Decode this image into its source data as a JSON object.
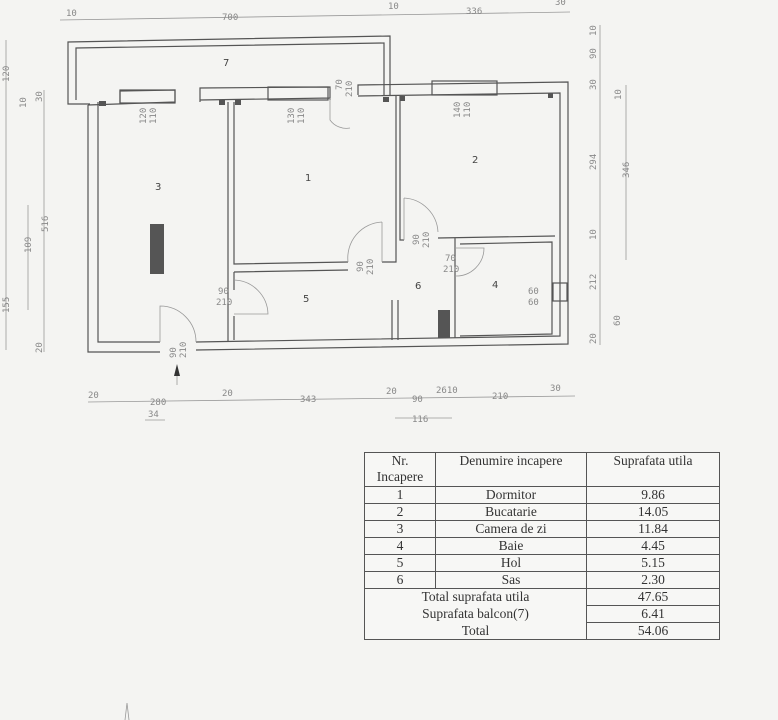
{
  "plan": {
    "rooms": {
      "r1": "1",
      "r2": "2",
      "r3": "3",
      "r4": "4",
      "r5": "5",
      "r6": "6",
      "r7": "7"
    },
    "dims_top": [
      "10",
      "700",
      "10",
      "336",
      "30"
    ],
    "dims_bottom": [
      "20",
      "280",
      "20",
      "343",
      "20",
      "90",
      "2610",
      "210",
      "30",
      "34",
      "116"
    ],
    "dims_left": [
      "120",
      "10",
      "30",
      "516",
      "109",
      "155",
      "20"
    ],
    "dims_right": [
      "10",
      "90",
      "30",
      "10",
      "294",
      "346",
      "10",
      "212",
      "20",
      "60"
    ],
    "windows": [
      {
        "w": "120",
        "h": "110"
      },
      {
        "w": "130",
        "h": "110"
      },
      {
        "w": "140",
        "h": "110"
      },
      {
        "w": "60",
        "h": "60"
      }
    ],
    "doors": [
      {
        "w": "70",
        "h": "210"
      },
      {
        "w": "90",
        "h": "210"
      },
      {
        "w": "90",
        "h": "210"
      },
      {
        "w": "70",
        "h": "210"
      },
      {
        "w": "90",
        "h": "210"
      },
      {
        "w": "90",
        "h": "210"
      }
    ]
  },
  "table": {
    "headers": {
      "nr": "Nr.",
      "nr2": "Incapere",
      "name": "Denumire incapere",
      "area": "Suprafata utila"
    },
    "rows": [
      {
        "nr": "1",
        "name": "Dormitor",
        "area": "9.86"
      },
      {
        "nr": "2",
        "name": "Bucatarie",
        "area": "14.05"
      },
      {
        "nr": "3",
        "name": "Camera de zi",
        "area": "11.84"
      },
      {
        "nr": "4",
        "name": "Baie",
        "area": "4.45"
      },
      {
        "nr": "5",
        "name": "Hol",
        "area": "5.15"
      },
      {
        "nr": "6",
        "name": "Sas",
        "area": "2.30"
      }
    ],
    "totals": [
      {
        "label": "Total suprafata utila",
        "value": "47.65"
      },
      {
        "label": "Suprafata balcon(7)",
        "value": "6.41"
      },
      {
        "label": "Total",
        "value": "54.06"
      }
    ]
  }
}
